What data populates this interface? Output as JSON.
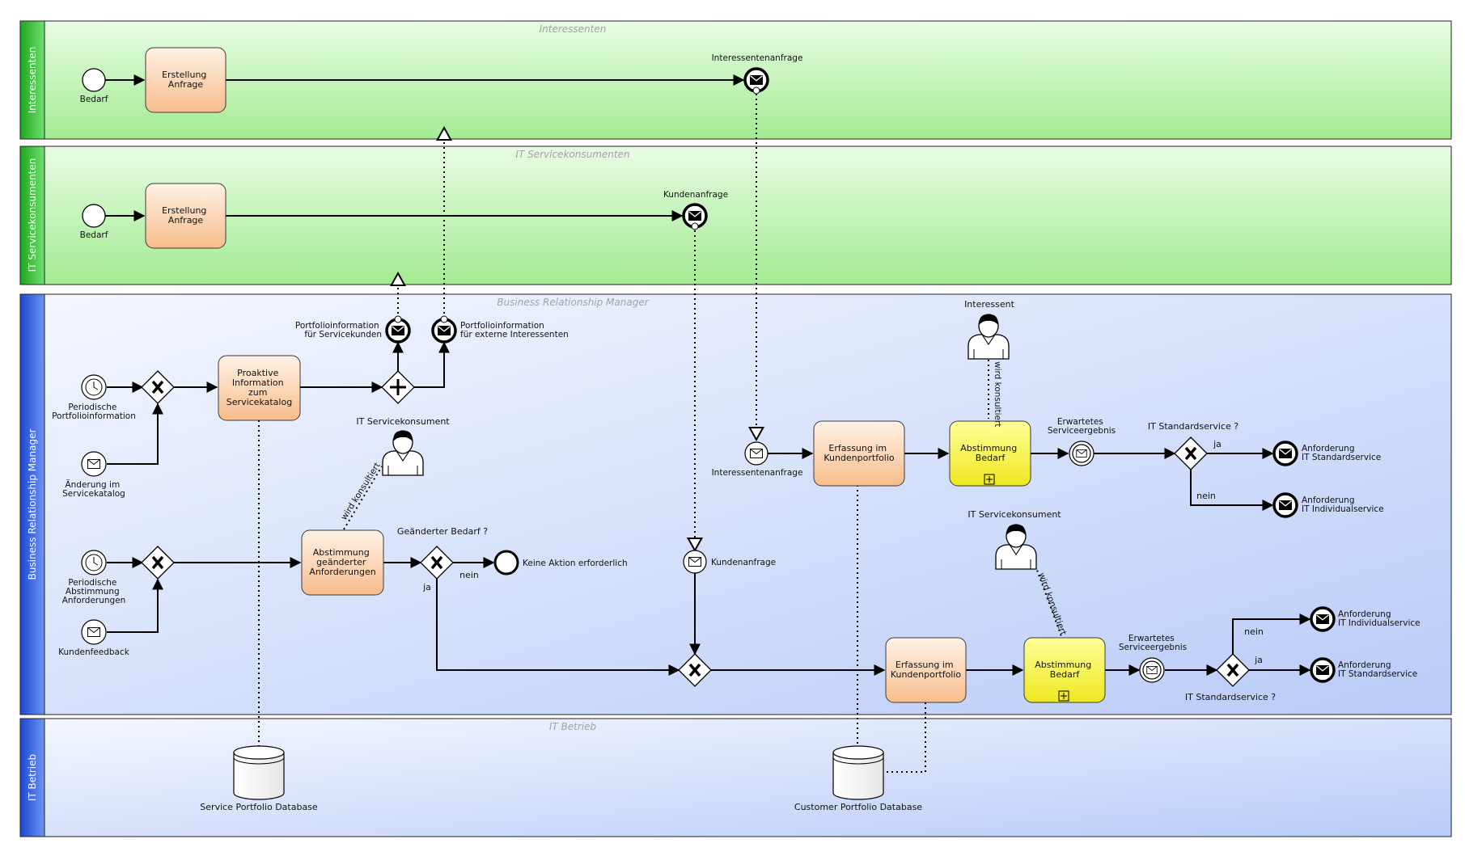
{
  "pool_labels": {
    "interessenten": "Interessenten",
    "konsumenten": "IT Servicekonsumenten",
    "brm": "Business Relationship Manager",
    "betrieb": "IT Betrieb"
  },
  "lane_ghost_titles": {
    "interessenten": "Interessenten",
    "konsumenten": "IT Servicekonsumenten",
    "brm": "Business Relationship Manager",
    "betrieb": "IT Betrieb"
  },
  "interessenten": {
    "start_label": "Bedarf",
    "task_lines": [
      "Erstellung",
      "Anfrage"
    ],
    "end_label": "Interessentenanfrage"
  },
  "konsumenten": {
    "start_label": "Bedarf",
    "task_lines": [
      "Erstellung",
      "Anfrage"
    ],
    "end_label": "Kundenanfrage"
  },
  "brm": {
    "timer1_lines": [
      "Periodische",
      "Portfolioinformation"
    ],
    "msg1_lines": [
      "Änderung im",
      "Servicekatalog"
    ],
    "task_proaktiv_lines": [
      "Proaktive",
      "Information",
      "zum",
      "Servicekatalog"
    ],
    "end_servicekunden_lines": [
      "Portfolioinformation",
      "für Servicekunden"
    ],
    "end_extern_lines": [
      "Portfolioinformation",
      "für externe Interessenten"
    ],
    "timer2_lines": [
      "Periodische",
      "Abstimmung",
      "Anforderungen"
    ],
    "msg2_label": "Kundenfeedback",
    "task_abstimmung_lines": [
      "Abstimmung",
      "geänderter",
      "Anforderungen"
    ],
    "gateway_geaendert_label": "Geänderter Bedarf ?",
    "gw_nein": "nein",
    "gw_ja": "ja",
    "end_keine_label": "Keine Aktion erforderlich",
    "actor_konsument1": "IT Servicekonsument",
    "wird_konsultiert": "wird konsultiert",
    "msg_interessentenanfrage": "Interessentenanfrage",
    "task_erfassung_lines": [
      "Erfassung im",
      "Kundenportfolio"
    ],
    "task_bedarf_lines": [
      "Abstimmung",
      "Bedarf"
    ],
    "actor_interessent": "Interessent",
    "erwartetes_lines": [
      "Erwartetes",
      "Serviceergebnis"
    ],
    "gw_standard_label": "IT Standardservice ?",
    "ja": "ja",
    "nein": "nein",
    "end_standard_lines": [
      "Anforderung",
      "IT Standardservice"
    ],
    "end_individual_lines": [
      "Anforderung",
      "IT Individualservice"
    ],
    "msg_kundenanfrage": "Kundenanfrage",
    "actor_konsument2": "IT Servicekonsument"
  },
  "betrieb": {
    "db_service": "Service Portfolio Database",
    "db_customer": "Customer Portfolio Database"
  },
  "colors": {
    "green_lane_top": "#e6fbe2",
    "green_lane_bottom": "#a6ec96",
    "blue_lane_top": "#f2f6ff",
    "blue_lane_bottom": "#bccdf8",
    "green_header": "#2fbf2f",
    "blue_header": "#2e5de0",
    "task_orange": "#fbcaa0",
    "task_yellow": "#f5f02a"
  }
}
